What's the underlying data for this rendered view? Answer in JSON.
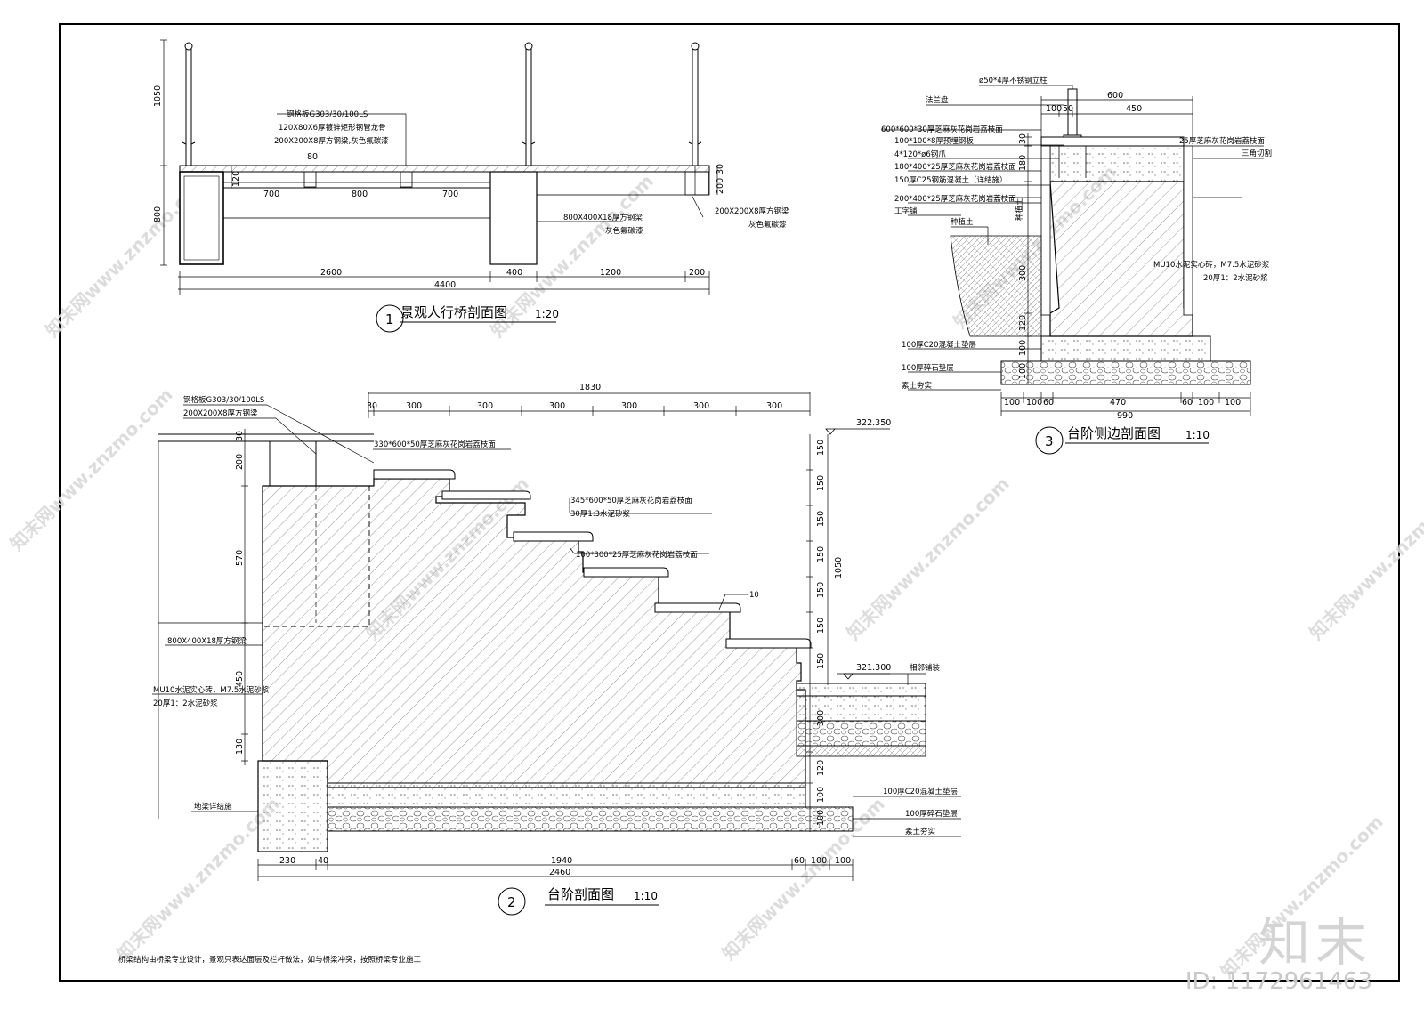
{
  "footer_note": "桥梁结构由桥梁专业设计，景观只表达面层及栏杆做法，如与桥梁冲突，按照桥梁专业施工",
  "brand": {
    "logo": "知末",
    "id": "ID: 1172961463",
    "watermark": "知末网www.znzmo.com"
  },
  "section1": {
    "number": "1",
    "title": "景观人行桥剖面图",
    "scale": "1:20",
    "callouts": [
      "钢格板G303/30/100LS",
      "120X80X6厚镀锌矩形钢管龙骨",
      "200X200X8厚方钢梁,灰色氟碳漆",
      "800X400X18厚方钢梁",
      "灰色氟碳漆",
      "200X200X8厚方钢梁",
      "灰色氟碳漆"
    ],
    "dims": {
      "rail_h": "1050",
      "beam_h": "800",
      "d120": "120",
      "d200": "200",
      "d30": "30",
      "d80": "80",
      "d700a": "700",
      "d800": "800",
      "d700b": "700",
      "b2600": "2600",
      "b400": "400",
      "b1200": "1200",
      "b200": "200",
      "total": "4400"
    }
  },
  "section2": {
    "number": "2",
    "title": "台阶剖面图",
    "scale": "1:10",
    "callouts": [
      "钢格板G303/30/100LS",
      "200X200X8厚方钢梁",
      "330*600*50厚芝麻灰花岗岩荔枝面",
      "345*600*50厚芝麻灰花岗岩荔枝面",
      "30厚1:3水泥砂浆",
      "100*300*25厚芝麻灰花岗岩荔枝面",
      "10",
      "800X400X18厚方钢梁",
      "MU10水泥实心砖，M7.5水泥砂浆",
      "20厚1：2水泥砂浆",
      "地梁详结施",
      "相邻铺装",
      "100厚C20混凝土垫层",
      "100厚碎石垫层",
      "素土夯实"
    ],
    "elev_top": "322.350",
    "elev_bottom": "321.300",
    "top_dims": [
      "30",
      "300",
      "300",
      "300",
      "300",
      "300",
      "300"
    ],
    "top_total": "1830",
    "left_dims": [
      "30",
      "200",
      "570",
      "450",
      "130"
    ],
    "right_dims": [
      "150",
      "150",
      "150",
      "150",
      "150",
      "150",
      "150"
    ],
    "right_total": "1050",
    "right_lower": [
      "300",
      "120",
      "100",
      "100"
    ],
    "bottom_dims": [
      "230",
      "40",
      "1940",
      "60",
      "100",
      "100"
    ],
    "bottom_total": "2460"
  },
  "section3": {
    "number": "3",
    "title": "台阶侧边剖面图",
    "scale": "1:10",
    "callouts": [
      "ø50*4厚不锈钢立柱",
      "法兰盘",
      "600*600*30厚芝麻灰花岗岩荔枝面",
      "100*100*8厚预埋钢板",
      "4*120*ø6钢爪",
      "180*400*25厚芝麻灰花岗岩荔枝面",
      "150厚C25钢筋混凝土（详结施）",
      "200*400*25厚芝麻灰花岗岩荔枝面",
      "工字铺",
      "种植土",
      "25厚芝麻灰花岗岩荔枝面",
      "三角切割",
      "MU10水泥实心砖，M7.5水泥砂浆",
      "20厚1：2水泥砂浆",
      "100厚C20混凝土垫层",
      "100厚碎石垫层",
      "素土夯实",
      "种植土"
    ],
    "dims": {
      "top600": "600",
      "d100": "100",
      "d50": "50",
      "d450": "450",
      "v30": "30",
      "v180": "180",
      "v300": "300",
      "v120": "120",
      "v100a": "100",
      "v100b": "100",
      "bottom": [
        "100",
        "100",
        "60",
        "470",
        "60",
        "100",
        "100"
      ],
      "total": "990"
    }
  }
}
